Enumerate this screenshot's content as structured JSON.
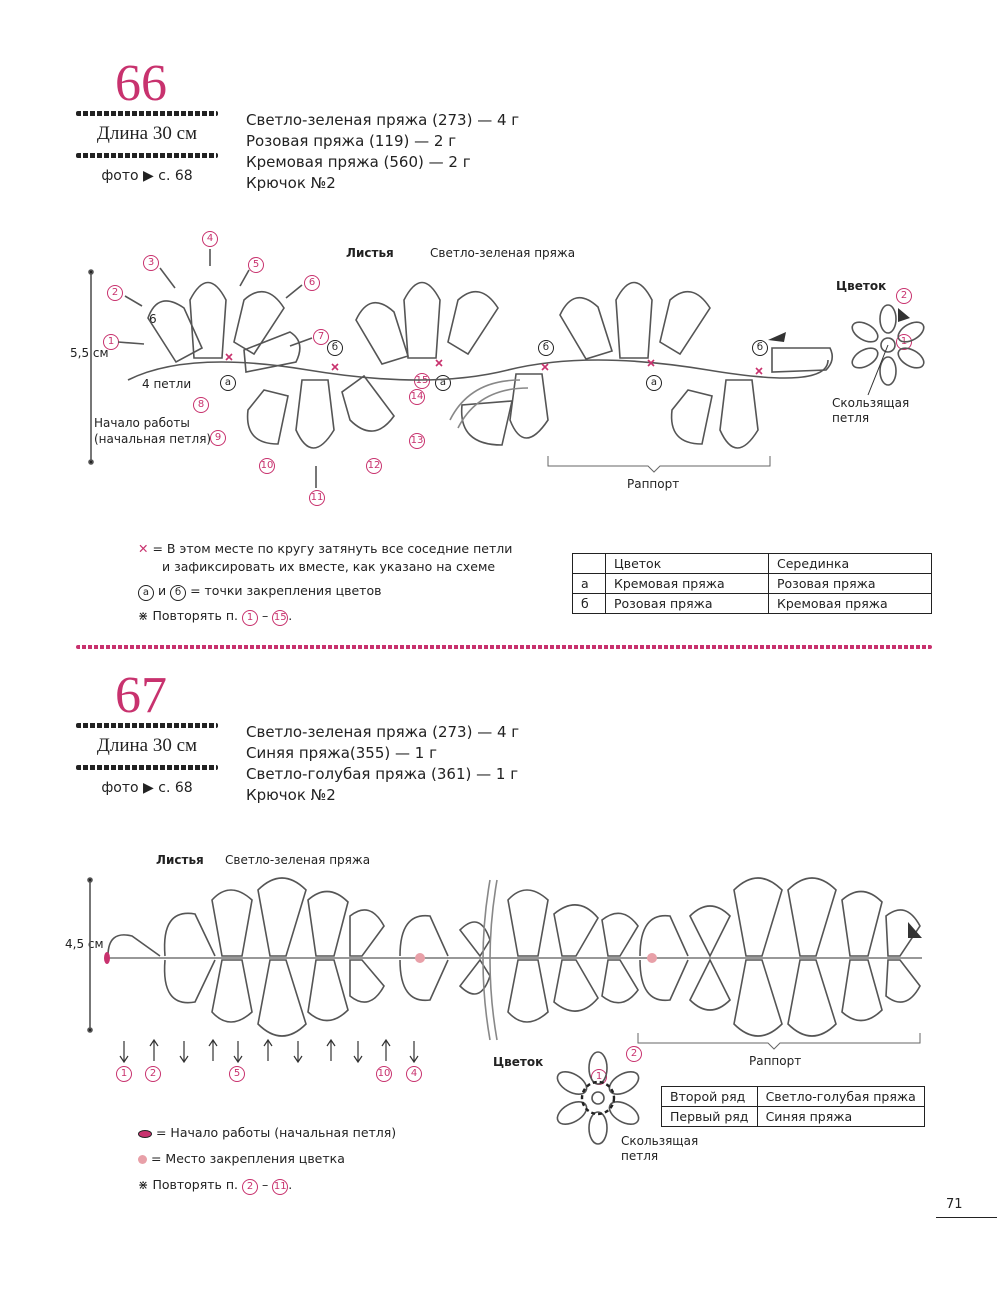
{
  "p66": {
    "number": "66",
    "length": "Длина 30 см",
    "photo": "фото ▶ с. 68",
    "specs": [
      "Светло-зеленая пряжа (273) — 4 г",
      "Розовая пряжа (119) — 2 г",
      "Кремовая пряжа (560) — 2 г",
      "Крючок №2"
    ],
    "chart": {
      "leaves_label": "Листья",
      "leaves_yarn": "Светло-зеленая пряжа",
      "flower_label": "Цветок",
      "height": "5,5 см",
      "four_loops": "4 петли",
      "six": "6",
      "start_line1": "Начало работы",
      "start_line2": "(начальная петля)",
      "rapport": "Раппорт",
      "slip_line1": "Скользящая",
      "slip_line2": "петля",
      "point_a": "а",
      "point_b": "б",
      "steps": [
        "1",
        "2",
        "3",
        "4",
        "5",
        "6",
        "7",
        "8",
        "9",
        "10",
        "11",
        "12",
        "13",
        "14",
        "15"
      ],
      "flower_step": "2",
      "flower_step1": "1"
    },
    "legend": {
      "x_mark": "✕",
      "x_line1": "= В этом месте по кругу затянуть все соседние петли",
      "x_line2": "и зафиксировать их вместе, как указано на схеме",
      "ab_a": "а",
      "ab_and": "и",
      "ab_b": "б",
      "ab_text": "= точки закрепления цветов",
      "repeat_mark": "⋇",
      "repeat_text": "Повторять п.",
      "repeat_from": "1",
      "repeat_dash": "–",
      "repeat_to": "15",
      "repeat_end": "."
    },
    "table": {
      "header": [
        "",
        "Цветок",
        "Серединка"
      ],
      "rows": [
        [
          "а",
          "Кремовая пряжа",
          "Розовая пряжа"
        ],
        [
          "б",
          "Розовая пряжа",
          "Кремовая пряжа"
        ]
      ]
    }
  },
  "p67": {
    "number": "67",
    "length": "Длина 30 см",
    "photo": "фото ▶ с. 68",
    "specs": [
      "Светло-зеленая пряжа (273) — 4 г",
      "Синяя пряжа(355) — 1 г",
      "Светло-голубая пряжа (361) — 1 г",
      "Крючок №2"
    ],
    "chart": {
      "leaves_label": "Листья",
      "leaves_yarn": "Светло-зеленая пряжа",
      "height": "4,5 см",
      "rapport": "Раппорт",
      "flower_label": "Цветок",
      "slip_line1": "Скользящая",
      "slip_line2": "петля",
      "steps": [
        "1",
        "2",
        "5",
        "10",
        "4"
      ],
      "flower_step": "2",
      "flower_step1": "1"
    },
    "legend": {
      "start_text": "= Начало работы (начальная петля)",
      "attach_text": "= Место закрепления цветка",
      "repeat_mark": "⋇",
      "repeat_text": "Повторять п.",
      "repeat_from": "2",
      "repeat_dash": "–",
      "repeat_to": "11",
      "repeat_end": "."
    },
    "table": {
      "rows": [
        [
          "Второй ряд",
          "Светло-голубая пряжа"
        ],
        [
          "Первый ряд",
          "Синяя пряжа"
        ]
      ]
    }
  },
  "page_number": "71",
  "colors": {
    "accent": "#c8326e",
    "ink": "#222222",
    "attach": "#e8a0a8"
  }
}
